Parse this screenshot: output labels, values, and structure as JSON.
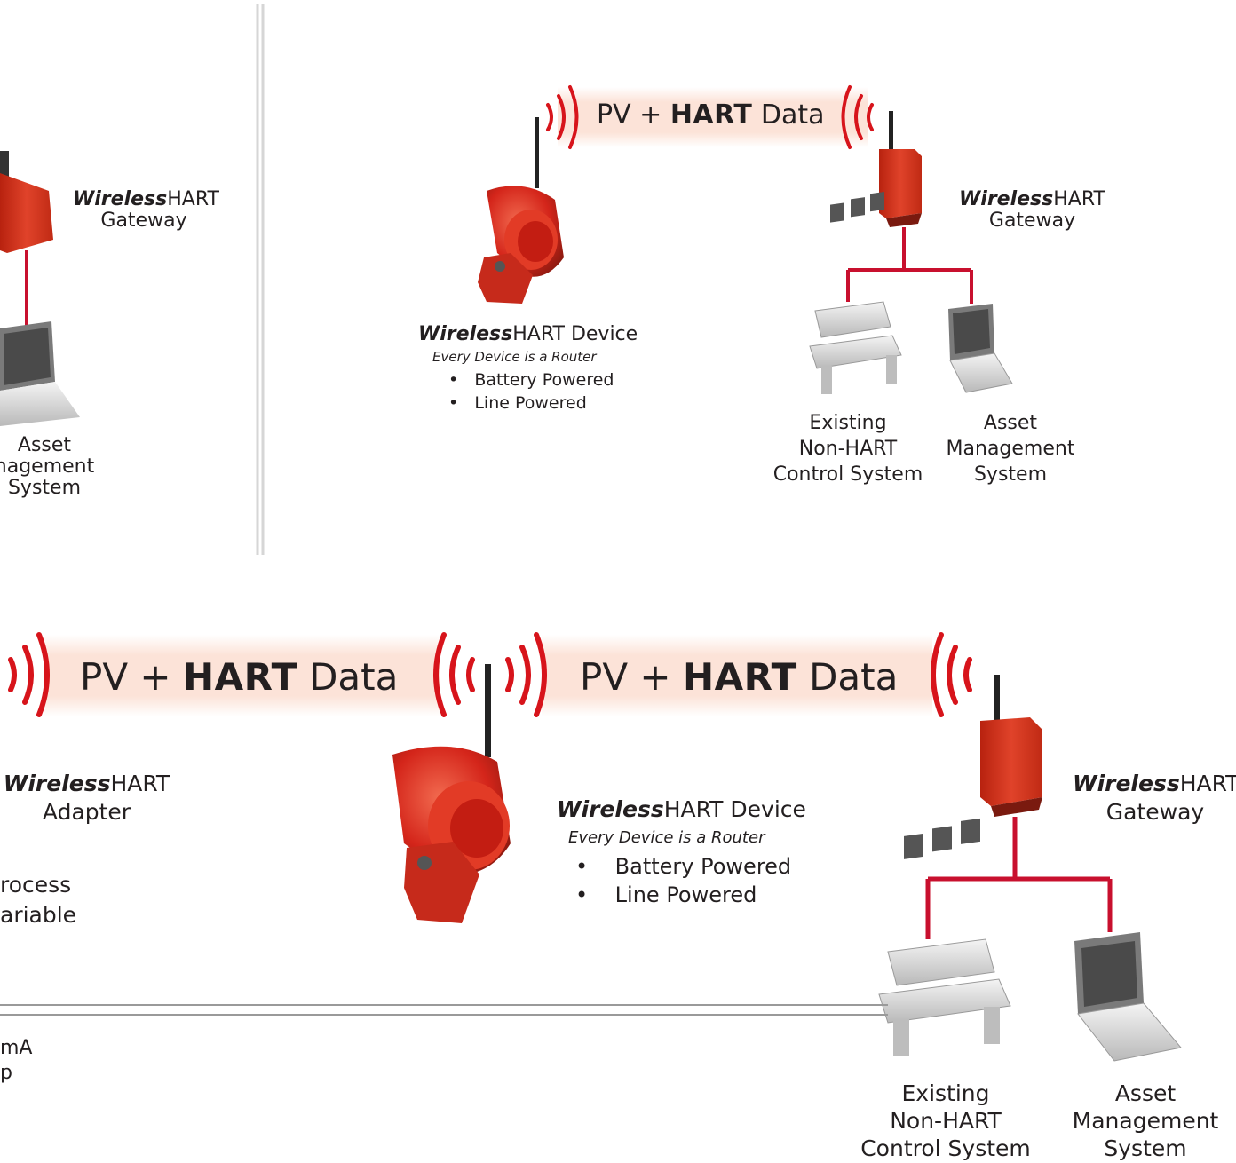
{
  "top_left": {
    "gateway_em": "Wireless",
    "gateway_rest": "HART",
    "gateway_line2": "Gateway",
    "asset_l1": "Asset",
    "asset_l2": "nagement",
    "asset_l3": "System"
  },
  "top_right": {
    "band_pv": "PV + ",
    "band_hart": "HART",
    "band_data": " Data",
    "device_em": "Wireless",
    "device_rest": "HART Device",
    "router": "Every Device is a Router",
    "bullets": [
      "Battery Powered",
      "Line Powered"
    ],
    "gateway_em": "Wireless",
    "gateway_rest": "HART",
    "gateway_line2": "Gateway",
    "control_l1": "Existing",
    "control_l2": "Non-HART",
    "control_l3": "Control System",
    "asset_l1": "Asset",
    "asset_l2": "Management",
    "asset_l3": "System"
  },
  "bottom": {
    "band1_pv": "PV + ",
    "band1_hart": "HART",
    "band1_data": " Data",
    "band2_pv": "PV + ",
    "band2_hart": "HART",
    "band2_data": " Data",
    "adapter_em": "Wireless",
    "adapter_rest": "HART",
    "adapter_line2": "Adapter",
    "process_l1": "rocess",
    "process_l2": "ariable",
    "loop_l1": "mA",
    "loop_l2": "p",
    "device_em": "Wireless",
    "device_rest": "HART Device",
    "router": "Every Device is a Router",
    "bullets": [
      "Battery Powered",
      "Line Powered"
    ],
    "gateway_em": "Wireless",
    "gateway_rest": "HART",
    "gateway_line2": "Gateway",
    "control_l1": "Existing",
    "control_l2": "Non-HART",
    "control_l3": "Control System",
    "asset_l1": "Asset",
    "asset_l2": "Management",
    "asset_l3": "System"
  },
  "colors": {
    "accent_red": "#d7141b",
    "band_fill": "#fce3d8",
    "device_red": "#d92a1c",
    "line_red": "#c8102e",
    "divider": "#cfcfcf"
  }
}
